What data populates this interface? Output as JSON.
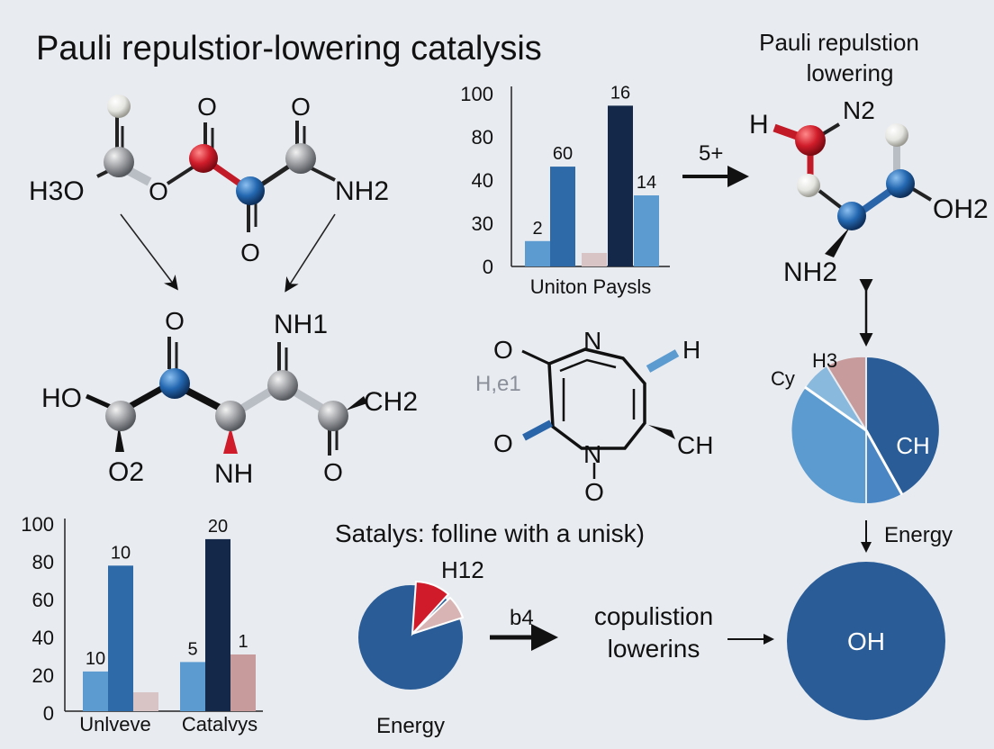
{
  "title": "Pauli repulstior-lowering catalysis",
  "top_right_title": [
    "Pauli repulstion",
    "lowering"
  ],
  "colors": {
    "background": "#e8ebf0",
    "light_blue": "#5b9bd0",
    "mid_blue": "#2e6aa8",
    "dark_navy": "#14294a",
    "steel_blue": "#2a5d97",
    "pink": "#c79b9b",
    "pale_pink": "#d8c4c4",
    "red_atom": "#d01c2a",
    "blue_atom": "#2367b0",
    "gray_atom": "#8e9093",
    "white_atom": "#e6e6e4"
  },
  "molecule_top_left": {
    "labels": [
      "H3O",
      "O",
      "O",
      "O",
      "O",
      "NH2"
    ]
  },
  "molecule_mid_left": {
    "labels": [
      "O",
      "NH1",
      "HO",
      "CH2",
      "O2",
      "NH",
      "O"
    ]
  },
  "molecule_right_top": {
    "labels": [
      "H",
      "N2",
      "OH2",
      "NH2"
    ]
  },
  "ring_molecule": {
    "labels": [
      "O",
      "N",
      "H",
      "H,e1",
      "O",
      "CH",
      "N",
      "O"
    ]
  },
  "arrow_labels": {
    "to_right_molecule": "5+",
    "b4": "b4",
    "energy": "Energy"
  },
  "caption_middle": "Satalys: folline with a unisk)",
  "copulistion_text": [
    "copulistion",
    "lowerins"
  ],
  "pie_small": {
    "label": "H12",
    "bottom_label": "Energy"
  },
  "pie_right": {
    "labels": [
      "H3",
      "Cy",
      "CH"
    ]
  },
  "circle_bottom_right": {
    "label": "OH"
  },
  "chart_data": [
    {
      "type": "bar",
      "title": "",
      "xlabel": "Uniton Paysls",
      "ylabel": "",
      "yticks": [
        "100",
        "80",
        "40",
        "30",
        "0"
      ],
      "bars": [
        {
          "value": 15,
          "label": "2",
          "color": "#5b9bd0"
        },
        {
          "value": 59,
          "label": "60",
          "color": "#2e6aa8"
        },
        {
          "value": 8,
          "label": "",
          "color": "#d8c4c4"
        },
        {
          "value": 95,
          "label": "16",
          "color": "#14294a"
        },
        {
          "value": 42,
          "label": "14",
          "color": "#5b9bd0"
        }
      ],
      "ylim": [
        0,
        100
      ]
    },
    {
      "type": "bar",
      "title": "",
      "xlabel": "",
      "categories": [
        "Unlveve",
        "Catalvys"
      ],
      "yticks": [
        "100",
        "80",
        "60",
        "40",
        "20",
        "0"
      ],
      "bars": [
        {
          "value": 21,
          "label": "10",
          "color": "#5b9bd0"
        },
        {
          "value": 77,
          "label": "10",
          "color": "#2e6aa8"
        },
        {
          "value": 10,
          "label": "",
          "color": "#d8c4c4"
        },
        {
          "value": 26,
          "label": "5",
          "color": "#5b9bd0"
        },
        {
          "value": 91,
          "label": "20",
          "color": "#14294a"
        },
        {
          "value": 30,
          "label": "1",
          "color": "#c79b9b"
        }
      ],
      "ylim": [
        0,
        100
      ]
    }
  ]
}
